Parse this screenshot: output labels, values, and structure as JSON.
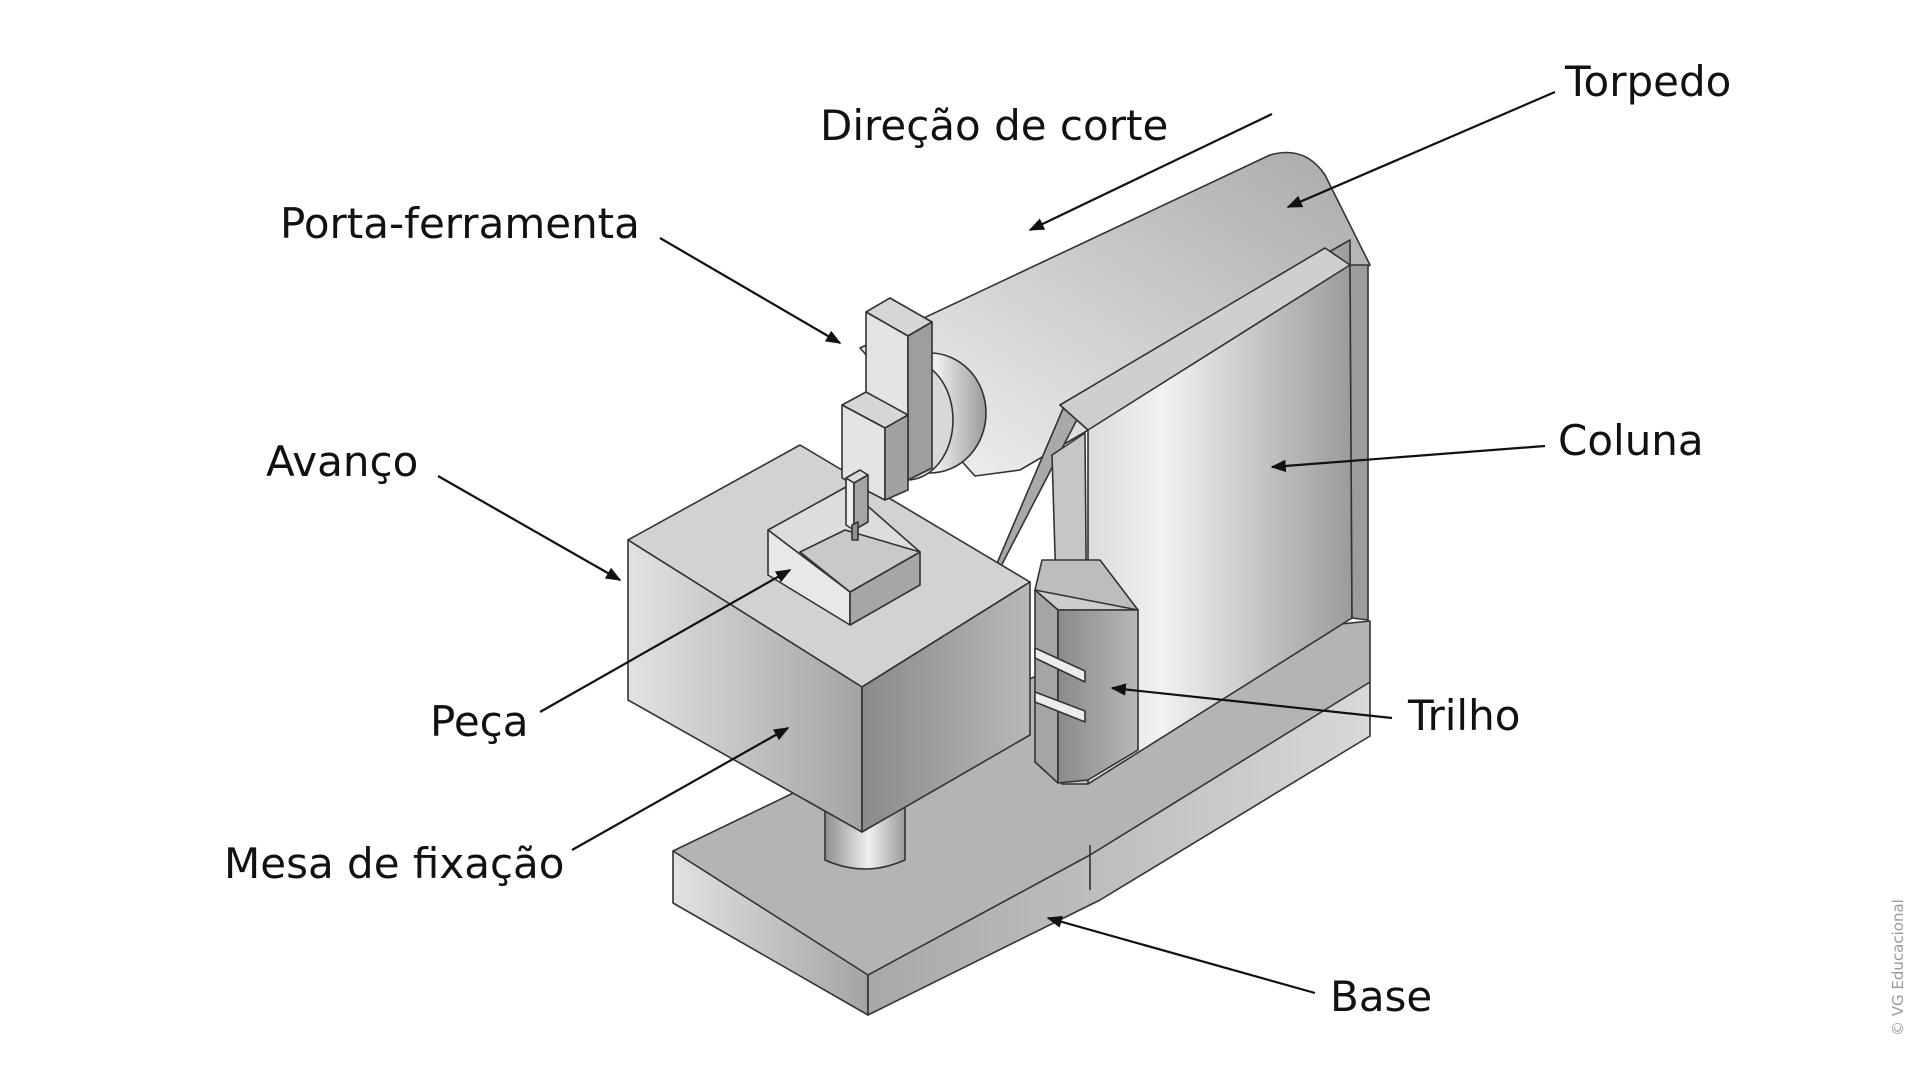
{
  "labels": {
    "torpedo": "Torpedo",
    "direcao_corte": "Direção de corte",
    "porta_ferramenta": "Porta-ferramenta",
    "avanco": "Avanço",
    "coluna": "Coluna",
    "peca": "Peça",
    "trilho": "Trilho",
    "mesa_fixacao": "Mesa de fixação",
    "base": "Base"
  },
  "credit": "© VG Educacional"
}
